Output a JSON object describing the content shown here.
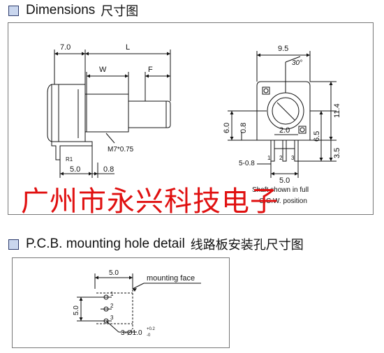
{
  "sections": [
    {
      "title": "Dimensions",
      "subtitle": "尺寸图"
    },
    {
      "title": "P.C.B. mounting hole detail",
      "subtitle": "线路板安装孔尺寸图"
    }
  ],
  "dimensions": {
    "d_7_0": "7.0",
    "d_L": "L",
    "d_W": "W",
    "d_F": "F",
    "d_9_5": "9.5",
    "d_30": "30°",
    "d_6_0": "6.0",
    "d_0_8_left": "0.8",
    "d_6_5": "6.5",
    "d_11_4": "11.4",
    "d_2_0": "2.0",
    "d_3_5": "3.5",
    "d_5_08": "5-0.8",
    "d_5_0_right": "5.0",
    "d_5_0_bottom": "5.0",
    "d_0_8_bottom": "0.8",
    "thread": "M7*0.75",
    "r1": "R1",
    "pin1": "1",
    "pin2": "2",
    "pin3": "3",
    "note_line1": "Shaft shown in full",
    "note_line2": "C.C.W. position"
  },
  "pcb": {
    "d_5_0_top": "5.0",
    "d_5_0_side": "5.0",
    "mounting_face": "mounting face",
    "pin1": "1",
    "pin2": "2",
    "pin3": "3",
    "hole_spec": "3-Ø1.0",
    "tol_plus": "+0.2",
    "tol_minus": "-0"
  },
  "watermark": "广州市永兴科技电子"
}
